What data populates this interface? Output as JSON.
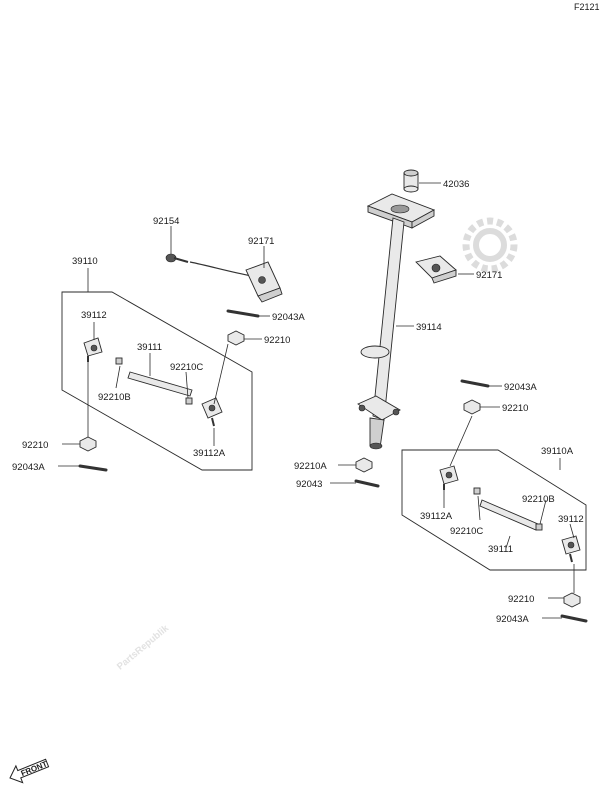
{
  "figure_code": "F2121",
  "watermark": "PartsRepublik",
  "front_label": "FRONT",
  "labels": [
    {
      "id": "lbl-42036",
      "text": "42036"
    },
    {
      "id": "lbl-92154",
      "text": "92154"
    },
    {
      "id": "lbl-92171-l",
      "text": "92171"
    },
    {
      "id": "lbl-92171-r",
      "text": "92171"
    },
    {
      "id": "lbl-39110",
      "text": "39110"
    },
    {
      "id": "lbl-92043a-top",
      "text": "92043A"
    },
    {
      "id": "lbl-39112-l",
      "text": "39112"
    },
    {
      "id": "lbl-92210-l1",
      "text": "92210"
    },
    {
      "id": "lbl-39114",
      "text": "39114"
    },
    {
      "id": "lbl-39111-l",
      "text": "39111"
    },
    {
      "id": "lbl-92210c-l",
      "text": "92210C"
    },
    {
      "id": "lbl-92210b-l",
      "text": "92210B"
    },
    {
      "id": "lbl-92043a-r1",
      "text": "92043A"
    },
    {
      "id": "lbl-92210-r1",
      "text": "92210"
    },
    {
      "id": "lbl-92210-l2",
      "text": "92210"
    },
    {
      "id": "lbl-39112a-l",
      "text": "39112A"
    },
    {
      "id": "lbl-39110a",
      "text": "39110A"
    },
    {
      "id": "lbl-92043a-l",
      "text": "92043A"
    },
    {
      "id": "lbl-92210a",
      "text": "92210A"
    },
    {
      "id": "lbl-92043",
      "text": "92043"
    },
    {
      "id": "lbl-92210b-r",
      "text": "92210B"
    },
    {
      "id": "lbl-39112a-r",
      "text": "39112A"
    },
    {
      "id": "lbl-39112-r",
      "text": "39112"
    },
    {
      "id": "lbl-92210c-r",
      "text": "92210C"
    },
    {
      "id": "lbl-39111-r",
      "text": "39111"
    },
    {
      "id": "lbl-92210-r2",
      "text": "92210"
    },
    {
      "id": "lbl-92043a-r2",
      "text": "92043A"
    }
  ]
}
